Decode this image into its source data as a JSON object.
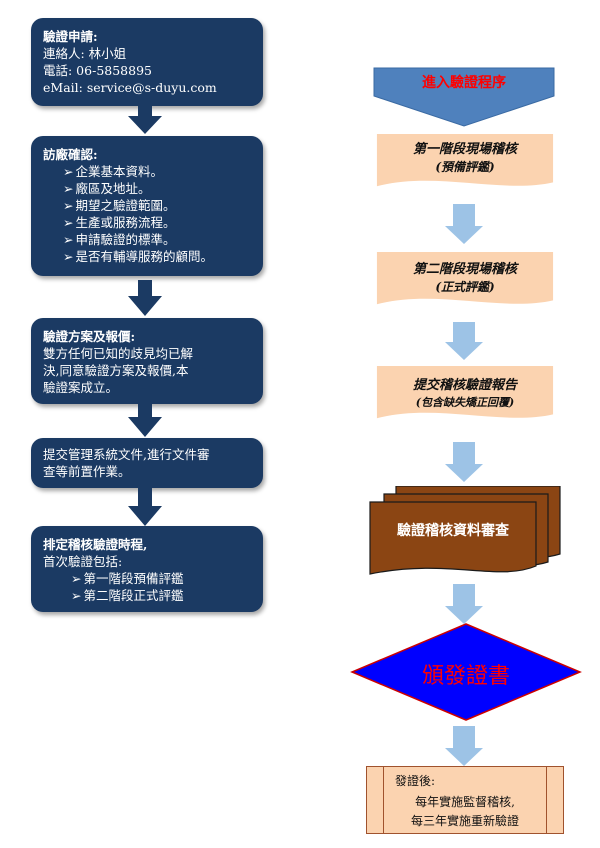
{
  "left_flow": {
    "box1": {
      "title": "驗證申請:",
      "lines": [
        "連絡人: 林小姐",
        "電話: 06-5858895",
        "eMail: service@s-duyu.com"
      ]
    },
    "box2": {
      "title": "訪廠確認:",
      "bullets": [
        "企業基本資料。",
        "廠區及地址。",
        "期望之驗證範圍。",
        "生產或服務流程。",
        "申請驗證的標準。",
        "是否有輔導服務的顧問。"
      ]
    },
    "box3": {
      "title": "驗證方案及報價:",
      "lines": [
        "雙方任何已知的歧見均已解",
        "決,同意驗證方案及報價,本",
        "驗證案成立。"
      ]
    },
    "box4": {
      "lines": [
        "提交管理系統文件,進行文件審",
        "查等前置作業。"
      ]
    },
    "box5": {
      "title": "排定稽核驗證時程,",
      "subtitle": "首次驗證包括:",
      "bullets": [
        "第一階段預備評鑑",
        "第二階段正式評鑑"
      ]
    }
  },
  "right_flow": {
    "start": "進入驗證程序",
    "stage1": {
      "title": "第一階段現場稽核",
      "sub": "(預備評鑑)"
    },
    "stage2": {
      "title": "第二階段現場稽核",
      "sub": "(正式評鑑)"
    },
    "report": {
      "title": "提交稽核驗證報告",
      "sub": "(包含缺失矯正回覆)"
    },
    "review": "驗證稽核資料審查",
    "issue": "頒發證書",
    "after": {
      "title": "發證後:",
      "lines": [
        "每年實施監督稽核,",
        "每三年實施重新驗證"
      ]
    }
  },
  "colors": {
    "navy_box": "#1b3a63",
    "start_arrow": "#4f81bd",
    "peach": "#fbd3b0",
    "connector": "#9dc3e6",
    "docs": "#8b4513",
    "diamond": "#0000ff",
    "diamond_text": "#ff0000",
    "after_box": "#fbd3b0"
  }
}
